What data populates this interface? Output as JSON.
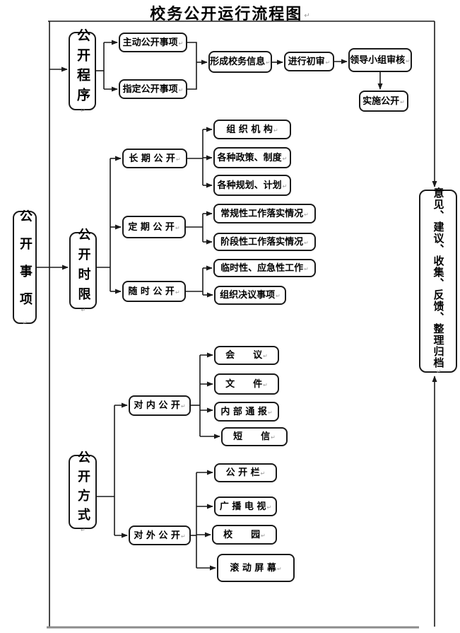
{
  "title": "校务公开运行流程图",
  "colors": {
    "line": "#1a1a1a",
    "box_border": "#1a1a1a",
    "box_fill": "#ffffff",
    "background": "#ffffff",
    "bottom_rule": "#8c8c8c"
  },
  "root": {
    "label": "公开事项"
  },
  "procedure": {
    "label": "公开程序",
    "proactive": "主动公开事项",
    "designated": "指定公开事项",
    "form_info": "形成校务信息",
    "initial_review": "进行初审",
    "leader_review": "领导小组审核",
    "implement": "实施公开"
  },
  "time_limit": {
    "label": "公开时限",
    "long_term": {
      "label": "长 期 公 开",
      "org": "组 织 机 构",
      "policies": "各种政策、制度",
      "plans": "各种规划、计划"
    },
    "periodic": {
      "label": "定 期 公 开",
      "routine": "常规性工作落实情况",
      "phase": "阶段性工作落实情况"
    },
    "anytime": {
      "label": "随 时 公 开",
      "temporary": "临时性、应急性工作",
      "resolutions": "组织决议事项"
    }
  },
  "method": {
    "label": "公开方式",
    "internal": {
      "label": "对 内 公 开",
      "meeting": "会　　议",
      "document": "文　　件",
      "report": "内 部 通 报",
      "sms": "短　　信"
    },
    "external": {
      "label": "对 外 公 开",
      "board": "公 开 栏",
      "broadcast": "广 播 电 视",
      "campus": "校　　园",
      "screen": "滚 动 屏 幕"
    }
  },
  "feedback": {
    "label": "意见、建议、收集、反馈、整理归档"
  }
}
